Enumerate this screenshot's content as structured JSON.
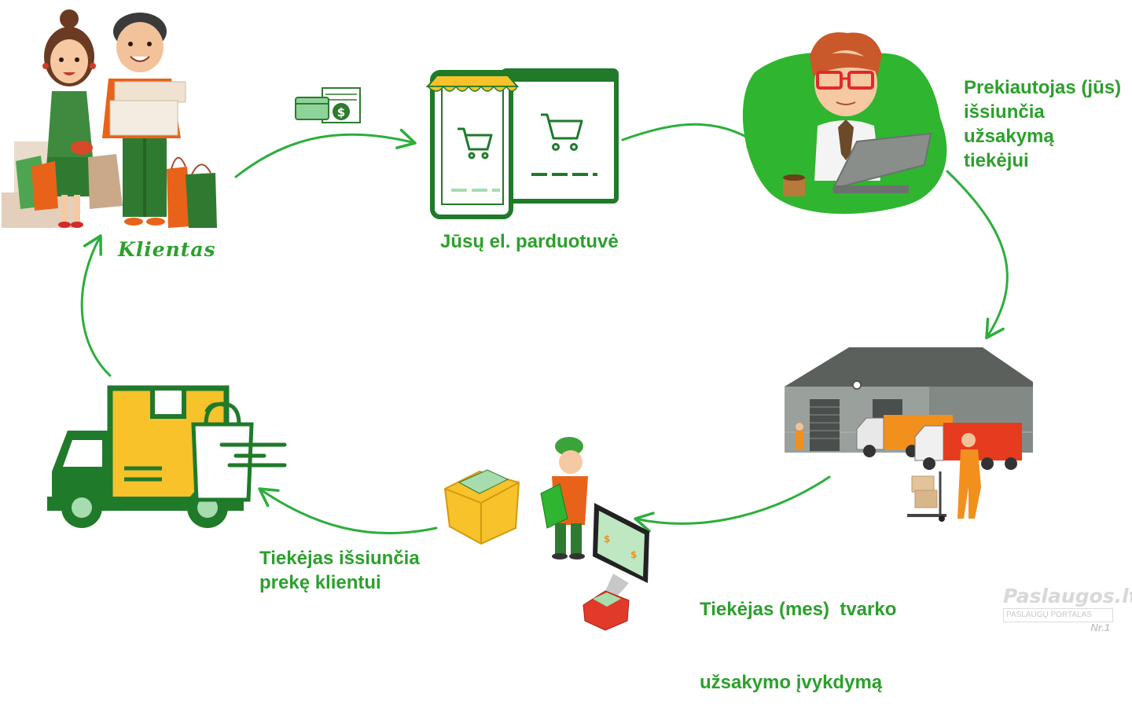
{
  "nodes": {
    "client": {
      "label": "Klientas"
    },
    "shop": {
      "label": "Jūsų el. parduotuvė"
    },
    "merchant": {
      "label_lines": [
        "Prekiautojas (jūs)",
        "išsiunčia",
        "užsakymą",
        "tiekėjui"
      ]
    },
    "warehouse": {},
    "supplier": {
      "label_lines": [
        "Tiekėjas (mes)  tvarko",
        "užsakymo įvykdymą"
      ]
    },
    "shipping": {
      "label_lines": [
        "Tiekėjas išsiunčia",
        "prekę klientui"
      ]
    }
  },
  "watermark": {
    "logo": "Paslaugos.lt",
    "tagline": "PASLAUGŲ PORTALAS",
    "badge": "Nr.1"
  },
  "colors": {
    "accent_green": "#2ca02c",
    "dark_green": "#1f7a2a",
    "orange": "#e8621a",
    "yellow": "#f7c22a",
    "grey": "#8a8e8b"
  }
}
